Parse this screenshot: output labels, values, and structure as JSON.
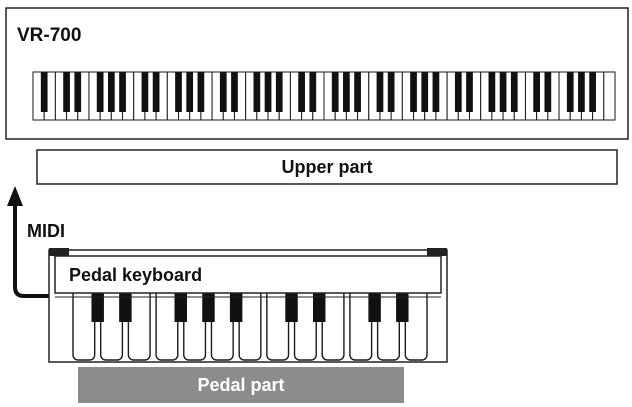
{
  "keyboard": {
    "model_name": "VR-700",
    "white_key_count": 52
  },
  "upper_part": {
    "label": "Upper part"
  },
  "midi": {
    "label": "MIDI"
  },
  "pedal_keyboard": {
    "label": "Pedal keyboard",
    "white_key_count": 13
  },
  "pedal_part": {
    "label": "Pedal part",
    "fill_color": "#8c8c8c",
    "text_color": "#ffffff"
  },
  "colors": {
    "outline": "#1a1a1a",
    "key_black": "#111111"
  }
}
